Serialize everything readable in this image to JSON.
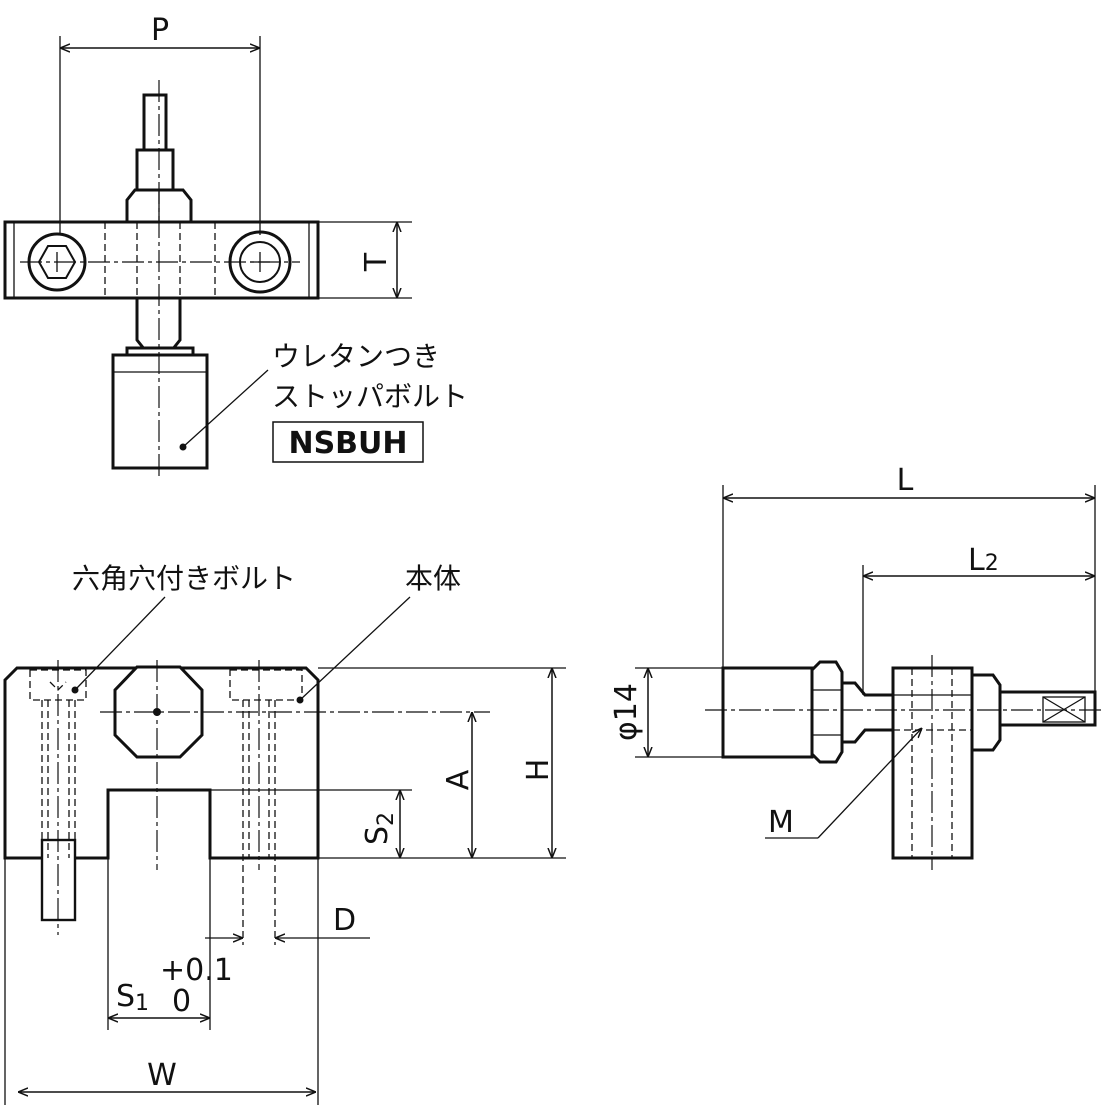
{
  "labels": {
    "P": "P",
    "T": "T",
    "urethane_line1": "ウレタンつき",
    "urethane_line2": "ストッパボルト",
    "model": "NSBUH",
    "L": "L",
    "L2_main": "L",
    "L2_sub": "2",
    "hex_bolt": "六角穴付きボルト",
    "body": "本体",
    "phi14": "φ14",
    "H": "H",
    "A": "A",
    "S2_main": "S",
    "S2_sub": "2",
    "M": "M",
    "D": "D",
    "S1_main": "S",
    "S1_sub": "1",
    "S1_tol_upper": "+0.1",
    "S1_tol_lower": "0",
    "W": "W"
  }
}
